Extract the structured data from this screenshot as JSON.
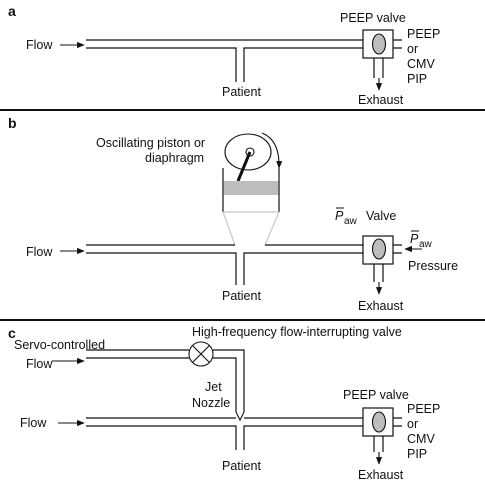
{
  "panels": {
    "a": {
      "letter": "a",
      "flow_label": "Flow",
      "valve_label": "PEEP valve",
      "side_label_lines": [
        "PEEP",
        "or",
        "CMV",
        "PIP"
      ],
      "patient_label": "Patient",
      "exhaust_label": "Exhaust"
    },
    "b": {
      "letter": "b",
      "oscillator_label_lines": [
        "Oscillating piston or",
        "diaphragm"
      ],
      "flow_label": "Flow",
      "valve_symbol": "P",
      "valve_subscript": "aw",
      "valve_word": "Valve",
      "side_symbol": "P",
      "side_subscript": "aw",
      "side_word": "Pressure",
      "patient_label": "Patient",
      "exhaust_label": "Exhaust"
    },
    "c": {
      "letter": "c",
      "servo_label": "Servo-controlled",
      "servo_flow_label": "Flow",
      "hfv_label": "High-frequency flow-interrupting valve",
      "jet_label_lines": [
        "Jet",
        "Nozzle"
      ],
      "flow_label": "Flow",
      "valve_label": "PEEP valve",
      "side_label_lines": [
        "PEEP",
        "or",
        "CMV",
        "PIP"
      ],
      "patient_label": "Patient",
      "exhaust_label": "Exhaust"
    }
  },
  "colors": {
    "line": "#111111",
    "background": "#ffffff",
    "valve_fill": "#bdbdbd",
    "piston_fill": "#bdbdbd",
    "cone_stroke": "#c8c8c8"
  }
}
